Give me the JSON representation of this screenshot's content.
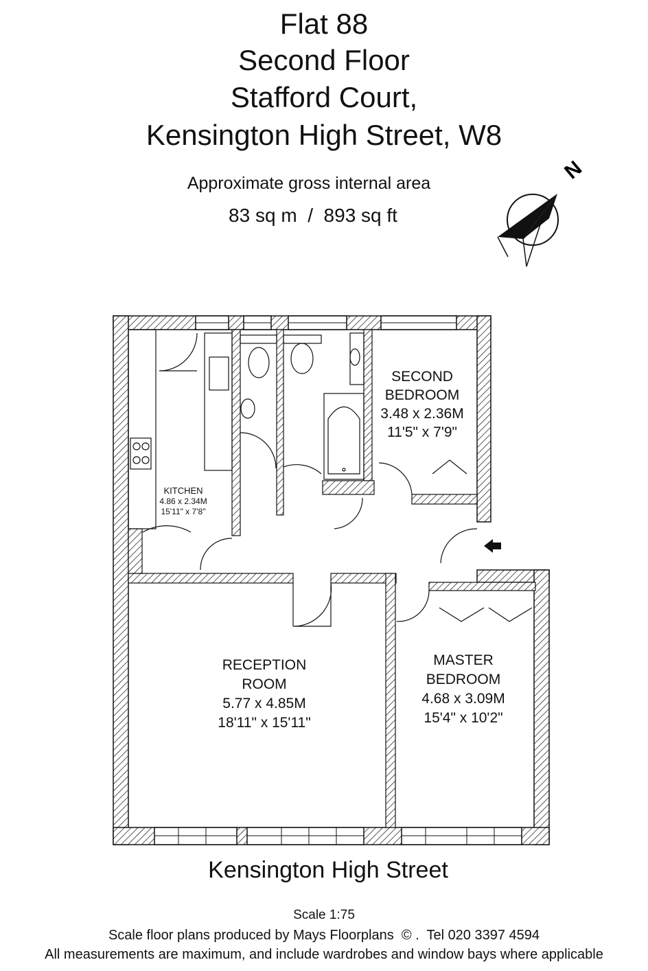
{
  "header": {
    "lines": [
      "Flat 88",
      "Second Floor",
      "Stafford Court,",
      "Kensington High Street, W8"
    ],
    "area_caption": "Approximate gross internal area",
    "area_value": "83 sq m  /  893 sq ft"
  },
  "compass": {
    "label": "N",
    "icon": "north-arrow-icon"
  },
  "rooms": {
    "second_bedroom": {
      "name_line1": "SECOND",
      "name_line2": "BEDROOM",
      "metric": "3.48 x 2.36M",
      "imperial": "11'5\" x 7'9\""
    },
    "kitchen": {
      "name": "KITCHEN",
      "metric": "4.86 x 2.34M",
      "imperial": "15'11\" x 7'8\""
    },
    "reception": {
      "name_line1": "RECEPTION",
      "name_line2": "ROOM",
      "metric": "5.77 x 4.85M",
      "imperial": "18'11\" x 15'11\""
    },
    "master_bedroom": {
      "name_line1": "MASTER",
      "name_line2": "BEDROOM",
      "metric": "4.68 x 3.09M",
      "imperial": "15'4\" x 10'2\""
    }
  },
  "street_label": "Kensington High Street",
  "footer": {
    "scale": "Scale 1:75",
    "credit": "Scale floor plans produced by Mays Floorplans  © .  Tel 020 3397 4594",
    "disclaimer": "All measurements are maximum, and include wardrobes and window bays where applicable"
  },
  "colors": {
    "ink": "#111111",
    "paper": "#ffffff"
  }
}
